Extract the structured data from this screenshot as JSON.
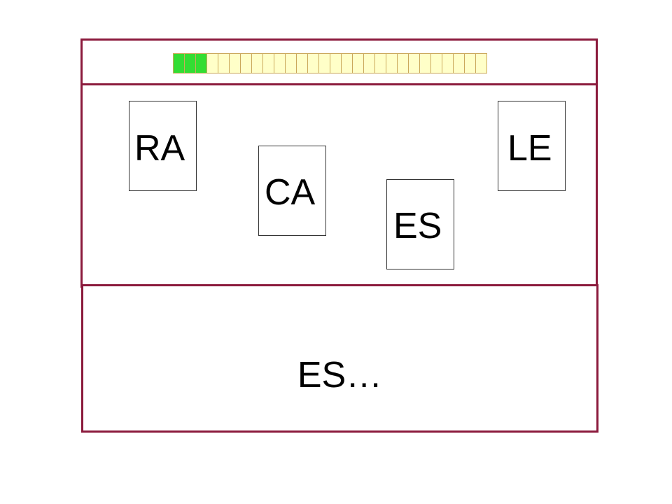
{
  "progress": {
    "total_segments": 28,
    "completed_segments": 3,
    "fill_color": "#33dd33",
    "empty_color": "#ffffc8"
  },
  "cards": {
    "ra": "RA",
    "ca": "CA",
    "es": "ES",
    "le": "LE"
  },
  "answer": {
    "text": "ES…"
  },
  "colors": {
    "frame": "#8b1a3c"
  }
}
